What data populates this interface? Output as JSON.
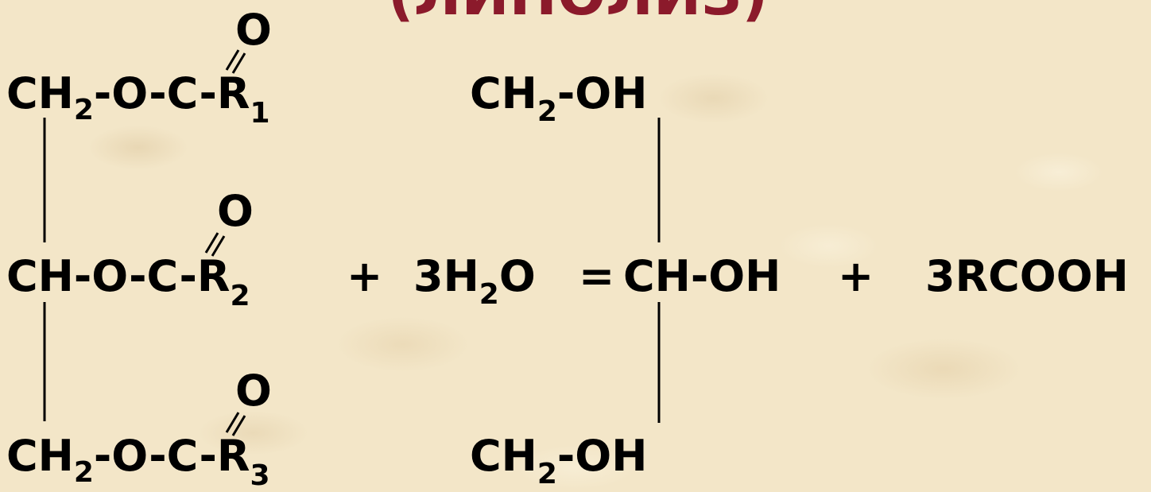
{
  "title": "(ЛИПОЛИЗ)",
  "colors": {
    "title": "#8b1a2b",
    "text": "#000000",
    "background": "#f3e6c8"
  },
  "reactant": {
    "row1": {
      "carbonyl_o": "O",
      "main": "CH",
      "main_sub": "2",
      "link": "-O-C",
      "dash": "-",
      "r": "R",
      "r_sub": "1"
    },
    "row2": {
      "carbonyl_o": "O",
      "main": "CH",
      "link": "-O-C",
      "dash": "-",
      "r": "R",
      "r_sub": "2"
    },
    "row3": {
      "carbonyl_o": "O",
      "main": "CH",
      "main_sub": "2",
      "link": "-O-C",
      "dash": "-",
      "r": "R",
      "r_sub": "3"
    }
  },
  "operators": {
    "plus1": "+",
    "water_coef_h": "3H",
    "water_sub": "2",
    "water_o": "O",
    "equals": "=",
    "plus2": "+"
  },
  "glycerol": {
    "top": {
      "main": "CH",
      "sub": "2",
      "rest": "-OH"
    },
    "middle": {
      "main": "CH-OH"
    },
    "bottom": {
      "main": "CH",
      "sub": "2",
      "rest": "-OH"
    }
  },
  "acid": "3RCOOH"
}
